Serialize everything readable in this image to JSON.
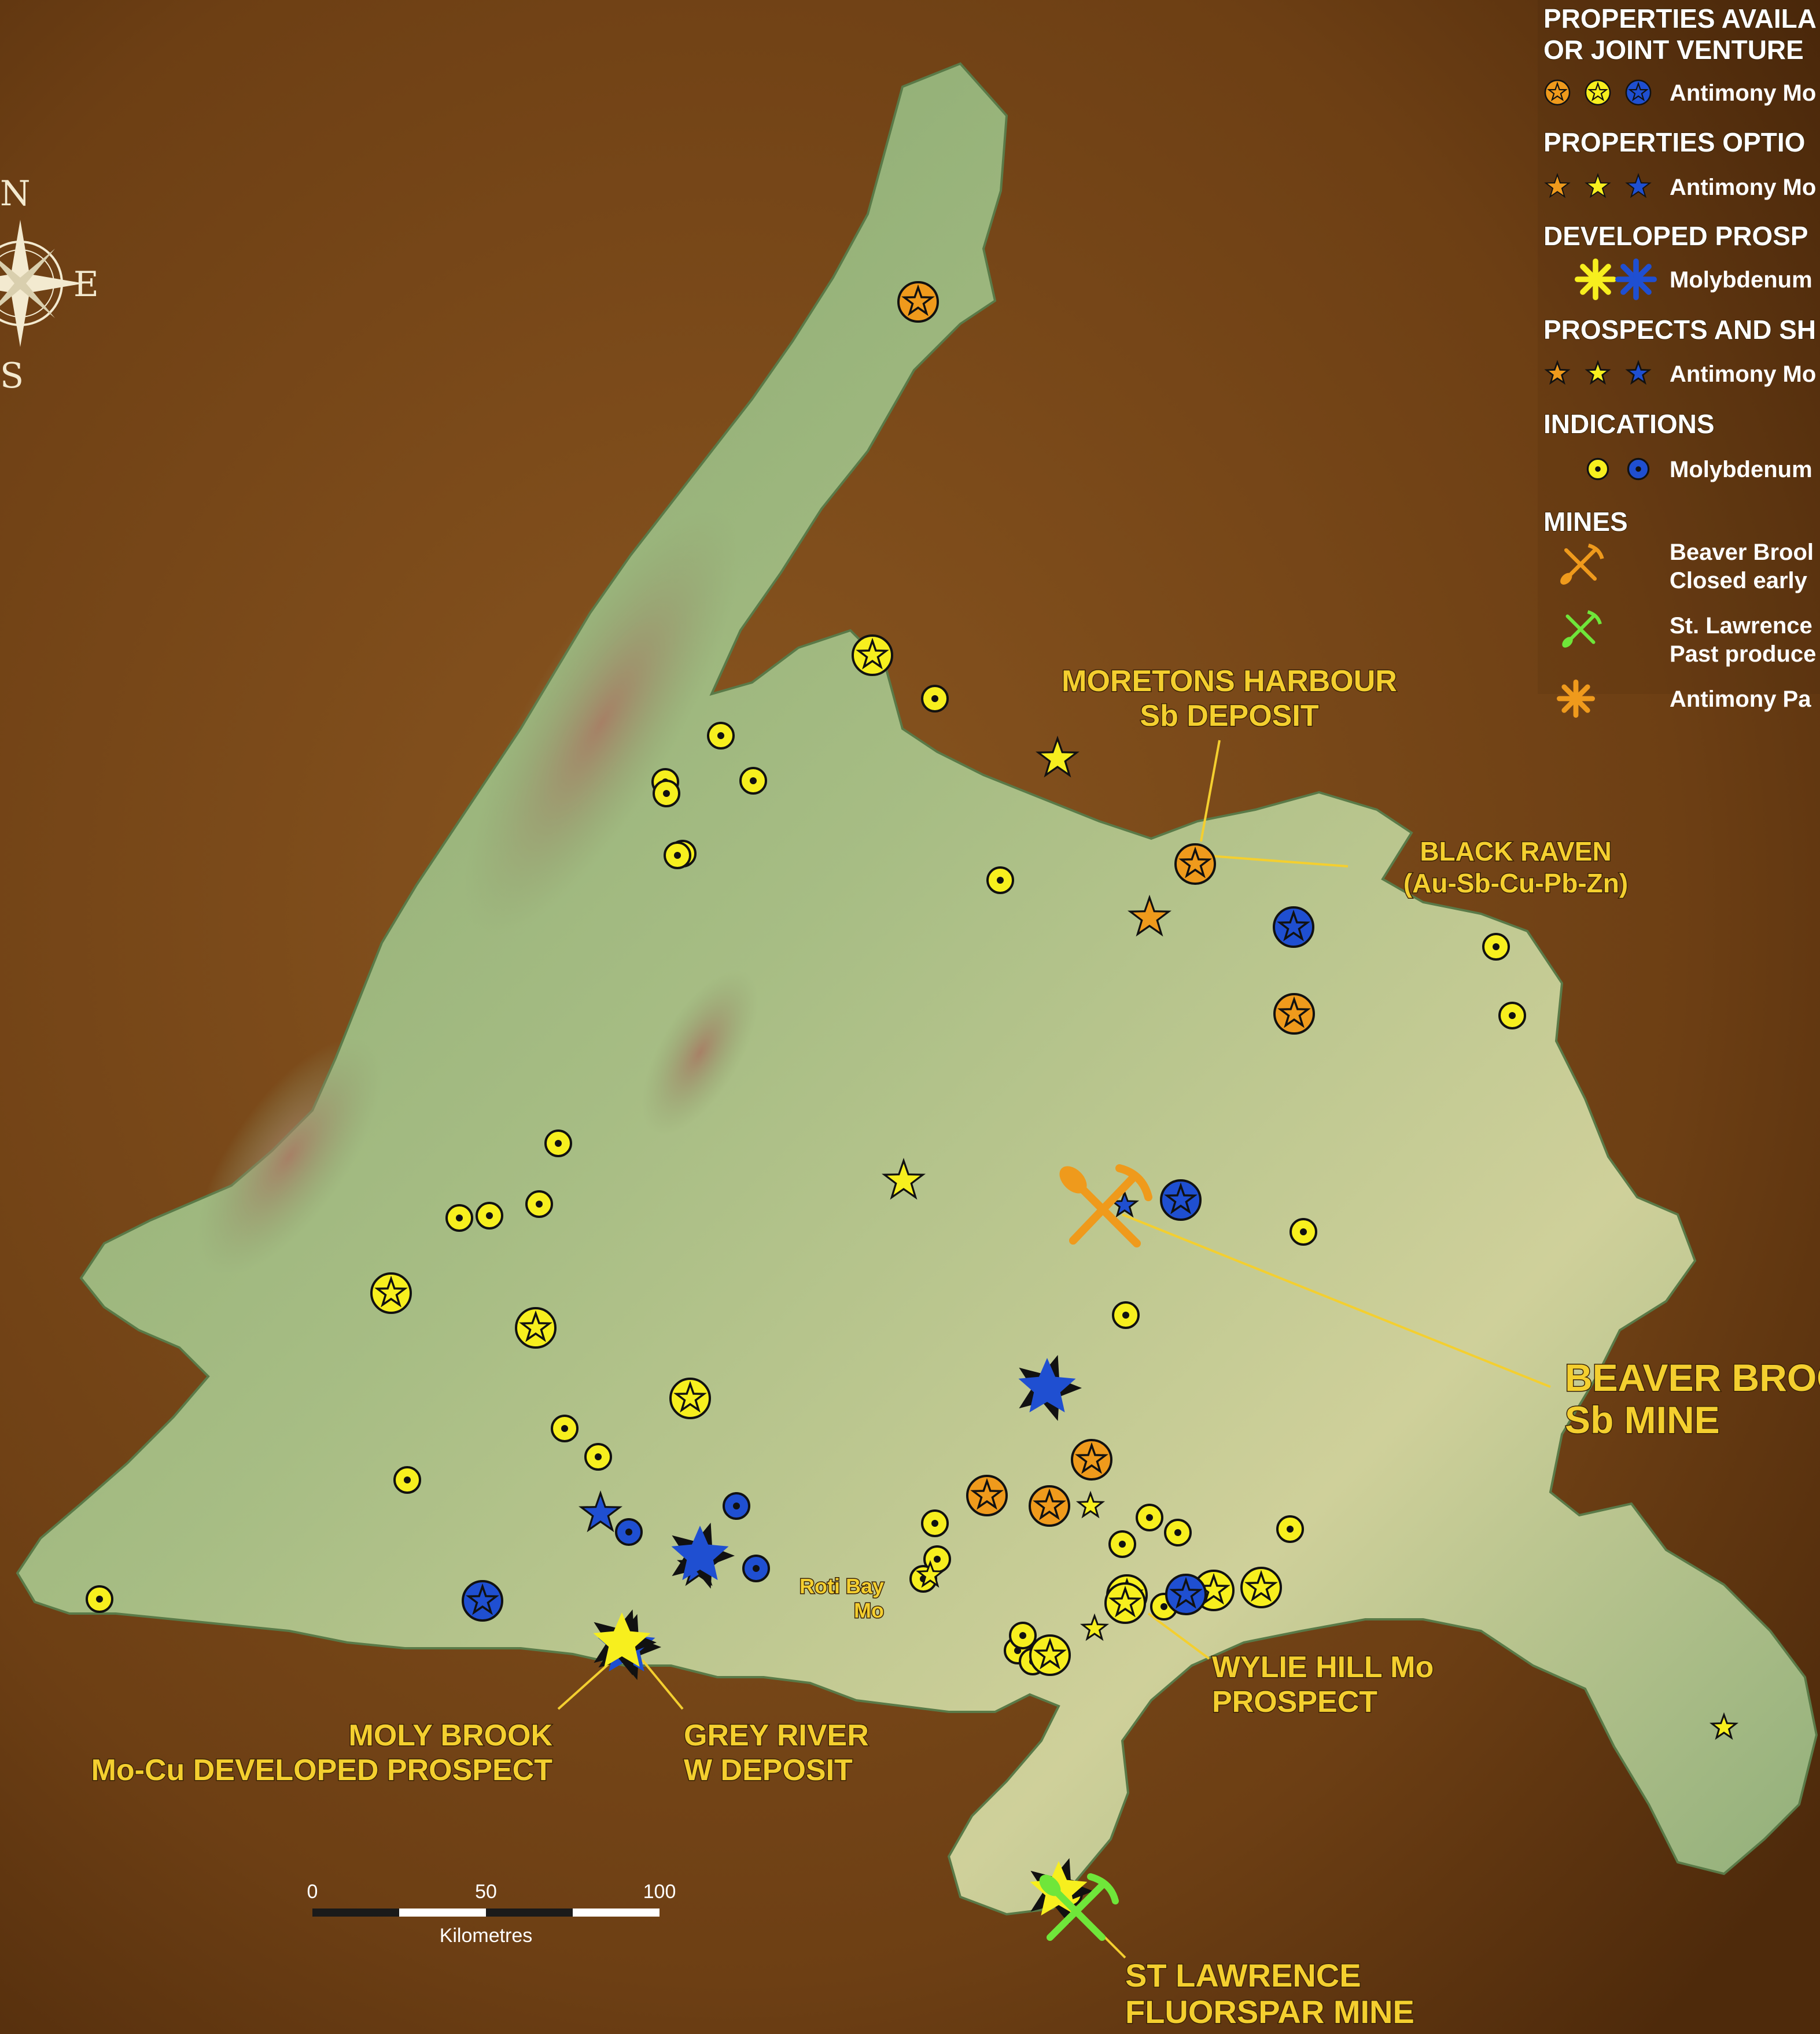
{
  "colors": {
    "antimony": "#ef9a1c",
    "molybdenum": "#f7ef1e",
    "tungsten": "#1f4fd1",
    "gold_label": "#f4cf2f",
    "fluorspar": "#6fe63a",
    "land_high": "#9a6f5a",
    "land_mid": "#8fae79",
    "land_low": "#d8d9a4",
    "sea": "#7a4a19"
  },
  "legend": {
    "sections": [
      {
        "heading_lines": [
          "PROPERTIES AVAILA",
          "OR JOINT VENTURE"
        ],
        "symbols": [
          "antimony-circle-star-icon",
          "molybdenum-circle-star-icon",
          "tungsten-circle-star-icon"
        ],
        "text": "Antimony Mo"
      },
      {
        "heading_lines": [
          "PROPERTIES  OPTIO"
        ],
        "symbols": [
          "antimony-outline-star-icon",
          "molybdenum-outline-star-icon",
          "tungsten-outline-star-icon"
        ],
        "text": "Antimony Mo"
      },
      {
        "heading_lines": [
          "DEVELOPED PROSP"
        ],
        "symbols": [
          "molybdenum-burst-icon",
          "tungsten-burst-icon"
        ],
        "text": "Molybdenum"
      },
      {
        "heading_lines": [
          "PROSPECTS AND SH"
        ],
        "symbols": [
          "antimony-small-star-icon",
          "molybdenum-small-star-icon",
          "tungsten-small-star-icon"
        ],
        "text": "Antimony Mo"
      },
      {
        "heading_lines": [
          "INDICATIONS"
        ],
        "symbols": [
          "molybdenum-dot-icon",
          "tungsten-dot-icon"
        ],
        "text": "Molybdenum"
      }
    ],
    "mines": {
      "heading": "MINES",
      "items": [
        {
          "icon": "antimony-mine-icon",
          "lines": [
            "Beaver Brool",
            "Closed early"
          ]
        },
        {
          "icon": "fluorspar-mine-icon",
          "lines": [
            "St. Lawrence",
            "Past produce"
          ]
        },
        {
          "icon": "antimony-asterisk-icon",
          "lines": [
            "Antimony Pa"
          ]
        }
      ]
    }
  },
  "labels": {
    "moretons": [
      "MORETONS HARBOUR",
      "Sb DEPOSIT"
    ],
    "black_raven": [
      "BLACK RAVEN",
      "(Au-Sb-Cu-Pb-Zn)"
    ],
    "beaver_brook": [
      "BEAVER BROO",
      "Sb MINE"
    ],
    "roti_bay": [
      "Roti Bay",
      "Mo"
    ],
    "wylie_hill": [
      "WYLIE HILL Mo",
      "PROSPECT"
    ],
    "moly_brook": [
      "MOLY BROOK",
      "Mo-Cu DEVELOPED PROSPECT"
    ],
    "grey_river": [
      "GREY RIVER",
      "W DEPOSIT"
    ],
    "st_lawrence": [
      "ST LAWRENCE",
      "FLUORSPAR MINE"
    ]
  },
  "scale_bar": {
    "ticks": [
      "0",
      "50",
      "100"
    ],
    "unit": "Kilometres"
  },
  "compass": {
    "n": "N",
    "e": "E",
    "s": "S"
  },
  "markers": {
    "antimony_circle_stars": [
      [
        1587,
        522
      ],
      [
        2066,
        1494
      ],
      [
        2237,
        1753
      ],
      [
        1887,
        2524
      ],
      [
        1706,
        2586
      ],
      [
        1814,
        2604
      ]
    ],
    "molybdenum_circle_stars": [
      [
        1508,
        1133
      ],
      [
        676,
        2236
      ],
      [
        926,
        2296
      ],
      [
        1193,
        2418
      ],
      [
        1815,
        2862
      ],
      [
        1948,
        2758
      ],
      [
        2098,
        2750
      ],
      [
        1945,
        2772
      ],
      [
        2180,
        2745
      ]
    ],
    "tungsten_circle_stars": [
      [
        2236,
        1603
      ],
      [
        2041,
        2075
      ],
      [
        834,
        2768
      ],
      [
        2050,
        2757
      ]
    ],
    "outline_stars": [
      {
        "c": "antimony",
        "p": [
          1987,
          1587
        ]
      },
      {
        "c": "molybdenum",
        "p": [
          1562,
          2042
        ]
      },
      {
        "c": "tungsten",
        "p": [
          1038,
          2617
        ]
      },
      {
        "c": "tungsten",
        "p": [
          1208,
          2710
        ]
      },
      {
        "c": "molybdenum",
        "p": [
          1828,
          1312
        ]
      }
    ],
    "small_stars": [
      {
        "c": "molybdenum",
        "p": [
          1885,
          2604
        ]
      },
      {
        "c": "molybdenum",
        "p": [
          1892,
          2816
        ]
      },
      {
        "c": "molybdenum",
        "p": [
          2980,
          2987
        ]
      },
      {
        "c": "molybdenum",
        "p": [
          1608,
          2724
        ]
      },
      {
        "c": "tungsten",
        "p": [
          1944,
          2084
        ]
      }
    ],
    "bursts": [
      {
        "c": "tungsten",
        "p": [
          1083,
          2848
        ]
      },
      {
        "c": "molybdenum",
        "p": [
          1075,
          2840
        ]
      },
      {
        "c": "tungsten",
        "p": [
          1810,
          2400
        ]
      },
      {
        "c": "tungsten",
        "p": [
          1210,
          2690
        ]
      },
      {
        "c": "molybdenum",
        "p": [
          1830,
          3270
        ]
      }
    ],
    "molybdenum_dots": [
      [
        1616,
        1208
      ],
      [
        1246,
        1272
      ],
      [
        1302,
        1350
      ],
      [
        1150,
        1352
      ],
      [
        1152,
        1372
      ],
      [
        1180,
        1476
      ],
      [
        1171,
        1479
      ],
      [
        1729,
        1522
      ],
      [
        2586,
        1637
      ],
      [
        2614,
        1756
      ],
      [
        965,
        1977
      ],
      [
        794,
        2106
      ],
      [
        846,
        2102
      ],
      [
        932,
        2082
      ],
      [
        2253,
        2130
      ],
      [
        1946,
        2274
      ],
      [
        976,
        2470
      ],
      [
        1034,
        2519
      ],
      [
        704,
        2559
      ],
      [
        172,
        2765
      ],
      [
        1616,
        2634
      ],
      [
        1987,
        2624
      ],
      [
        2036,
        2650
      ],
      [
        1620,
        2696
      ],
      [
        1596,
        2730
      ],
      [
        1940,
        2670
      ],
      [
        2230,
        2644
      ],
      [
        1759,
        2854
      ],
      [
        1785,
        2873
      ],
      [
        1768,
        2828
      ],
      [
        1848,
        3274
      ],
      [
        2012,
        2778
      ]
    ],
    "tungsten_dots": [
      [
        1273,
        2604
      ],
      [
        1087,
        2649
      ],
      [
        1307,
        2712
      ]
    ]
  }
}
